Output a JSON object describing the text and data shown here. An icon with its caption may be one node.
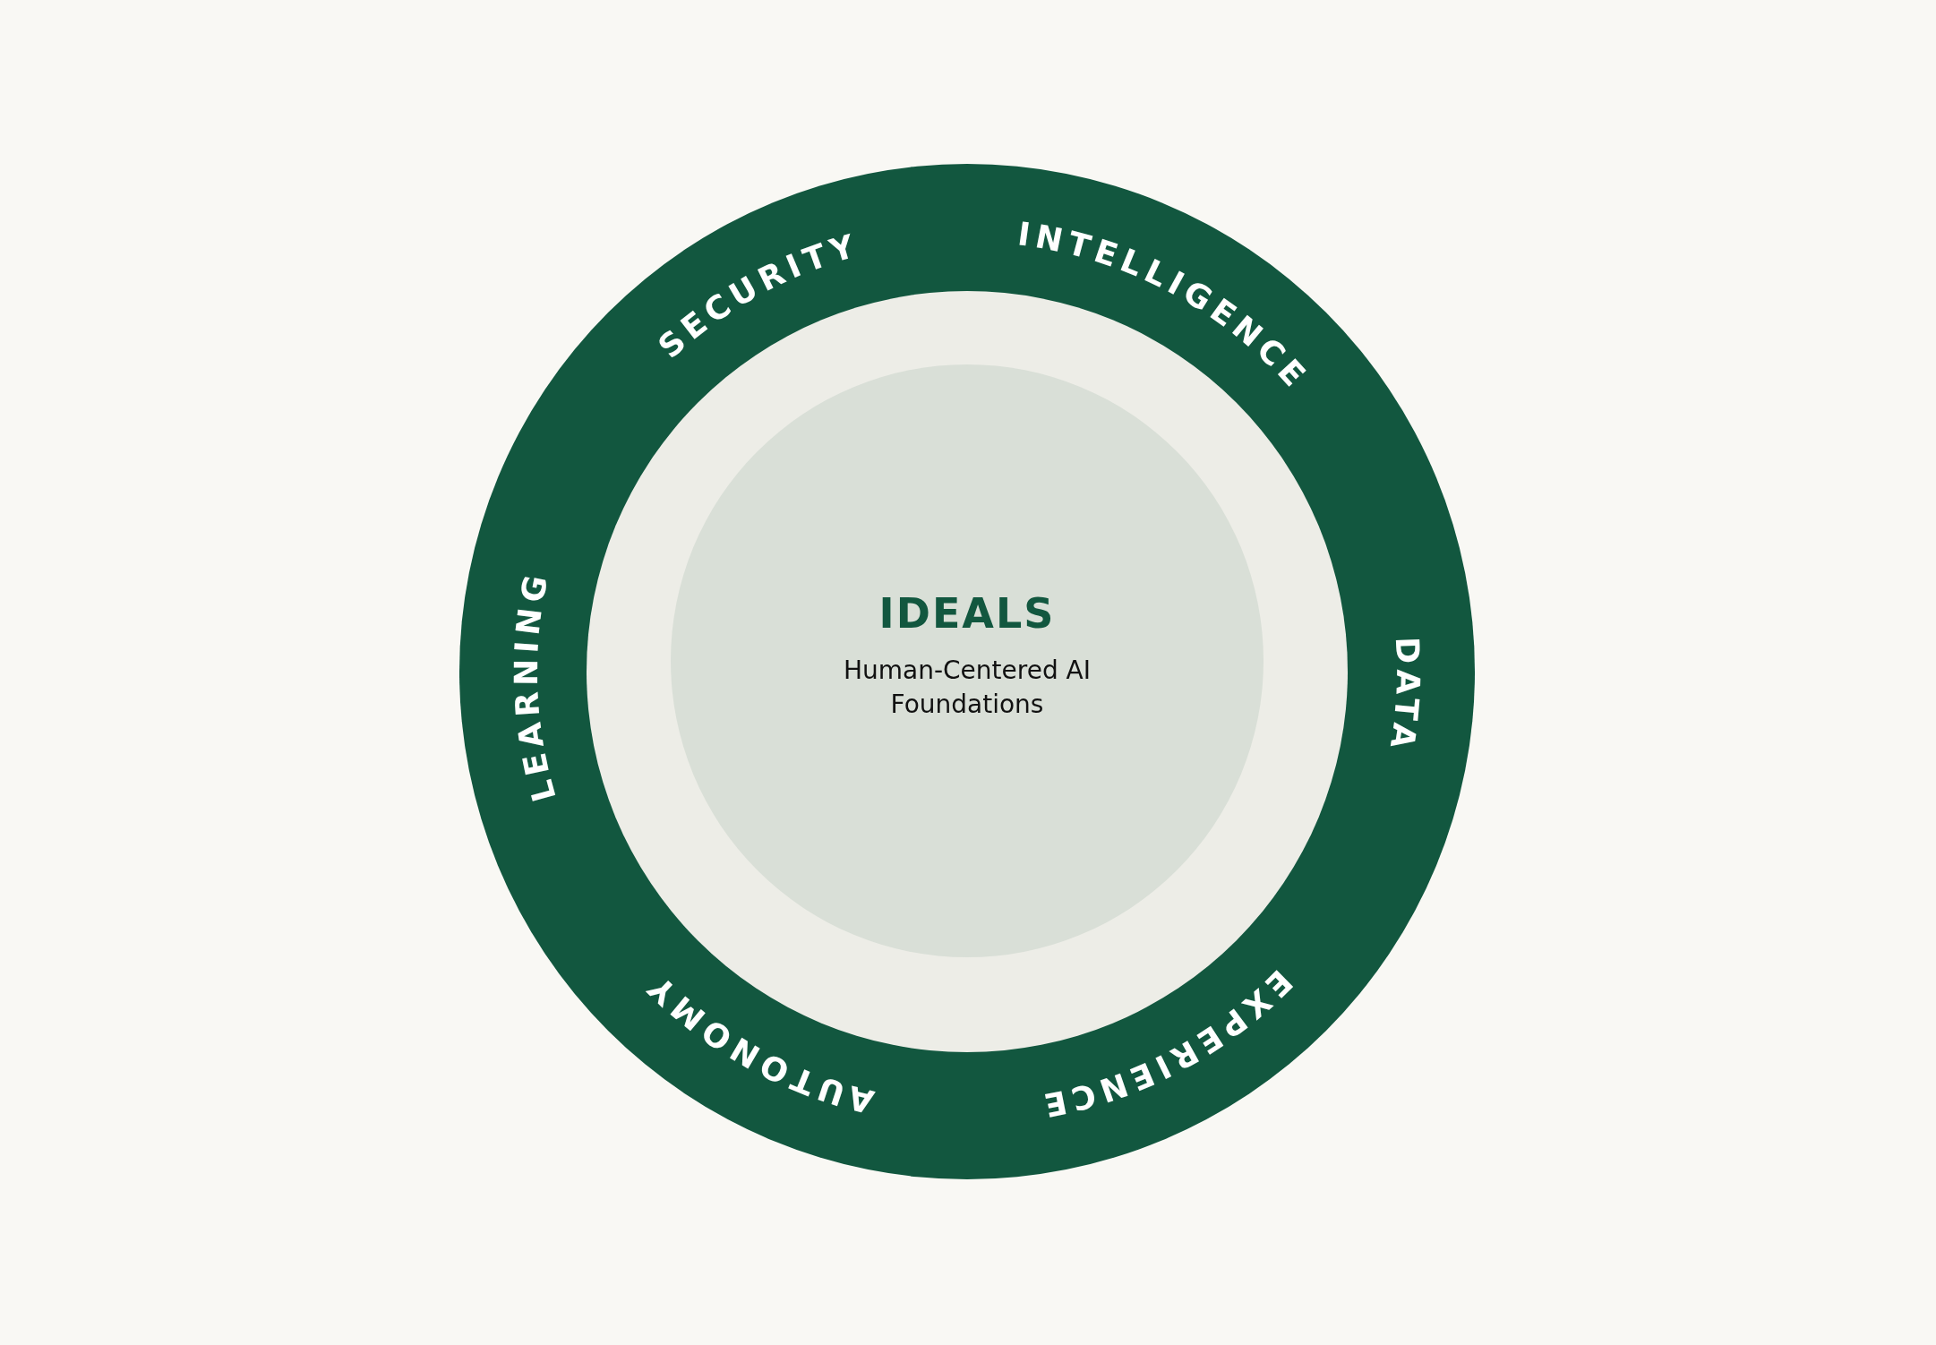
{
  "diagram": {
    "nodes": [
      {
        "text": [
          "SECURITY",
          "INTELLIGENCE",
          "DATA",
          "EXPERIENCE",
          "AUTONOMY",
          "LEARNING"
        ]
      },
      {
        "text": [],
        "shape": "circle",
        "in": 0
      },
      {
        "text": [
          "IDEALS",
          "Human-Centered AI Foundations"
        ],
        "in": 1
      }
    ]
  }
}
